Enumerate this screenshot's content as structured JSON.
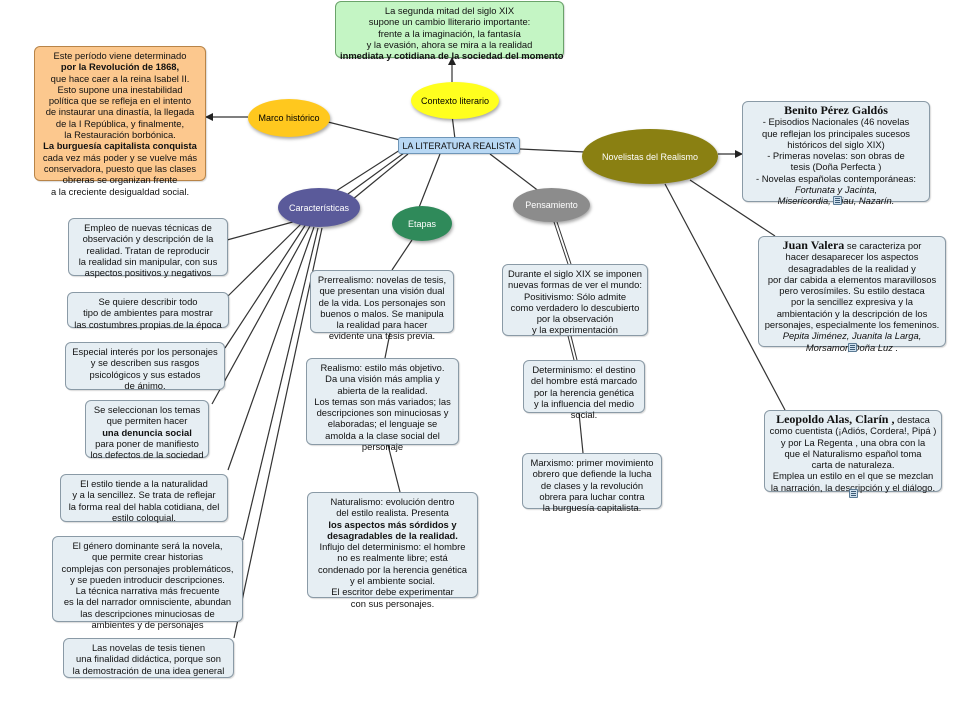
{
  "center": {
    "label": "LA LITERATURA REALISTA"
  },
  "contexto": {
    "label": "Contexto literario",
    "text": [
      "La segunda mitad del siglo XIX",
      "supone un cambio lliterario importante:",
      "frente a la imaginación, la fantasía",
      "y la evasión, ahora se mira a la realidad",
      "inmediata y cotidiana de la sociedad del momento"
    ]
  },
  "marco": {
    "label": "Marco histórico",
    "text": [
      "Este período viene determinado",
      "por la Revolución de 1868,",
      "que hace caer a la reina Isabel II.",
      "Esto supone una inestabilidad",
      "política que se refleja en el intento",
      "de instaurar una dinastía, la llegada",
      "de la I República, y finalmente,",
      "la Restauración borbónica.",
      "La burguesía capitalista conquista",
      "cada vez más poder y se vuelve más",
      "conservadora, puesto que las clases",
      "obreras se organizan frente",
      "a la creciente desigualdad social."
    ]
  },
  "caracteristicas": {
    "label": "Características",
    "boxes": [
      [
        "Empleo de nuevas técnicas de",
        "observación y descripción de la",
        "realidad. Tratan de reproducir",
        "la realidad sin manipular, con sus",
        "aspectos positivos y negativos"
      ],
      [
        "Se quiere describir todo",
        "tipo de ambientes para mostrar",
        "las costumbres propias de la época"
      ],
      [
        "Especial interés por los personajes",
        "y se describen sus rasgos",
        "psicológicos y sus estados",
        "de ánimo."
      ],
      [
        "Se seleccionan los temas",
        "que permiten hacer",
        "una denuncia social",
        "para poner de manifiesto",
        "los defectos de la sociedad"
      ],
      [
        "El estilo tiende a la naturalidad",
        "y a la sencillez. Se trata de reflejar",
        "la forma real del habla cotidiana, del",
        "estilo coloquial."
      ],
      [
        "El género dominante será la novela,",
        "que permite crear historias",
        "complejas con personajes problemáticos,",
        "y se pueden introducir descripciones.",
        "La técnica narrativa más frecuente",
        "es la del narrador omnisciente, abundan",
        "las descripciones minuciosas de",
        "ambientes y de personajes"
      ],
      [
        "Las novelas de tesis tienen",
        "una finalidad didáctica, porque son",
        "la demostración de una idea general"
      ]
    ]
  },
  "etapas": {
    "label": "Etapas",
    "boxes": [
      [
        "Prerrealismo: novelas de tesis,",
        "que presentan una visión dual",
        "de la vida. Los personajes son",
        "buenos o malos. Se manipula",
        "la realidad para hacer",
        "evidente una tesis previa."
      ],
      [
        "Realismo: estilo más objetivo.",
        "Da una visión más amplia y",
        "abierta de la realidad.",
        "Los temas son más variados; las",
        "descripciones son minuciosas y",
        "elaboradas; el lenguaje se",
        "amolda a la clase social del",
        "personaje"
      ],
      [
        "Naturalismo: evolución dentro",
        "del estilo realista. Presenta",
        "los aspectos más sórdidos y",
        "desagradables de la realidad.",
        "Influjo del determinismo: el hombre",
        "no es realmente libre; está",
        "condenado por la herencia genética",
        "y el ambiente social.",
        "El escritor debe experimentar",
        "con sus personajes."
      ]
    ]
  },
  "pensamiento": {
    "label": "Pensamiento",
    "boxes": [
      [
        "Durante el siglo XIX se imponen",
        "nuevas formas de ver el mundo:",
        "Positivismo: Sólo admite",
        "como verdadero lo descubierto",
        "por la observación",
        "y la experimentación"
      ],
      [
        "Determinismo: el destino",
        "del hombre está marcado",
        "por la herencia genética",
        "y la influencia del medio",
        "social."
      ],
      [
        "Marxismo: primer movimiento",
        "obrero que defiende la lucha",
        "de clases y la revolución",
        "obrera para luchar contra",
        "la burguesía capitalista."
      ]
    ]
  },
  "novelistas": {
    "label": "Novelistas del Realismo",
    "galdos": {
      "name": "Benito Pérez Galdós",
      "text": [
        "- Episodios Nacionales (46 novelas",
        "que reflejan los principales sucesos",
        "históricos del siglo XIX)",
        "- Primeras novelas: son obras de",
        "tesis (Doña Perfecta )",
        "- Novelas españolas contemporáneas:",
        "Fortunata y Jacinta,",
        "Misericordia, Miau, Nazarín."
      ]
    },
    "valera": {
      "name": "Juan Valera",
      "text": [
        "se caracteriza por",
        "hacer desaparecer los aspectos",
        "desagradables de la realidad y",
        "por dar cabida a elementos maravillosos",
        "pero verosímiles. Su estilo destaca",
        "por la sencillez expresiva y la",
        "ambientación y la descripción de los",
        "personajes, especialmente los femeninos.",
        "Pepita Jiménez, Juanita la Larga,",
        "Morsamor, Doña Luz ."
      ]
    },
    "clarin": {
      "name": "Leopoldo Alas, Clarín ,",
      "text": [
        "destaca",
        "como cuentista (¡Adiós, Cordera!, Pipá )",
        "y por La Regenta , una obra con la",
        "que el Naturalismo español toma",
        "carta de naturaleza.",
        "Emplea un estilo en el que se mezclan",
        "la narración, la descripción y el diálogo."
      ]
    }
  },
  "colors": {
    "box_bg": "#e6eef3",
    "marco_box_bg": "#fcc88e",
    "contexto_box_bg": "#c4f5c4",
    "center_bg": "#b8d8f4",
    "contexto_node": "#ffff1e",
    "marco_node": "#ffc81e",
    "caracteristicas_node": "#5a5a9a",
    "etapas_node": "#2f8a5a",
    "pensamiento_node": "#8c8c8c",
    "novelistas_node": "#8a8012"
  }
}
